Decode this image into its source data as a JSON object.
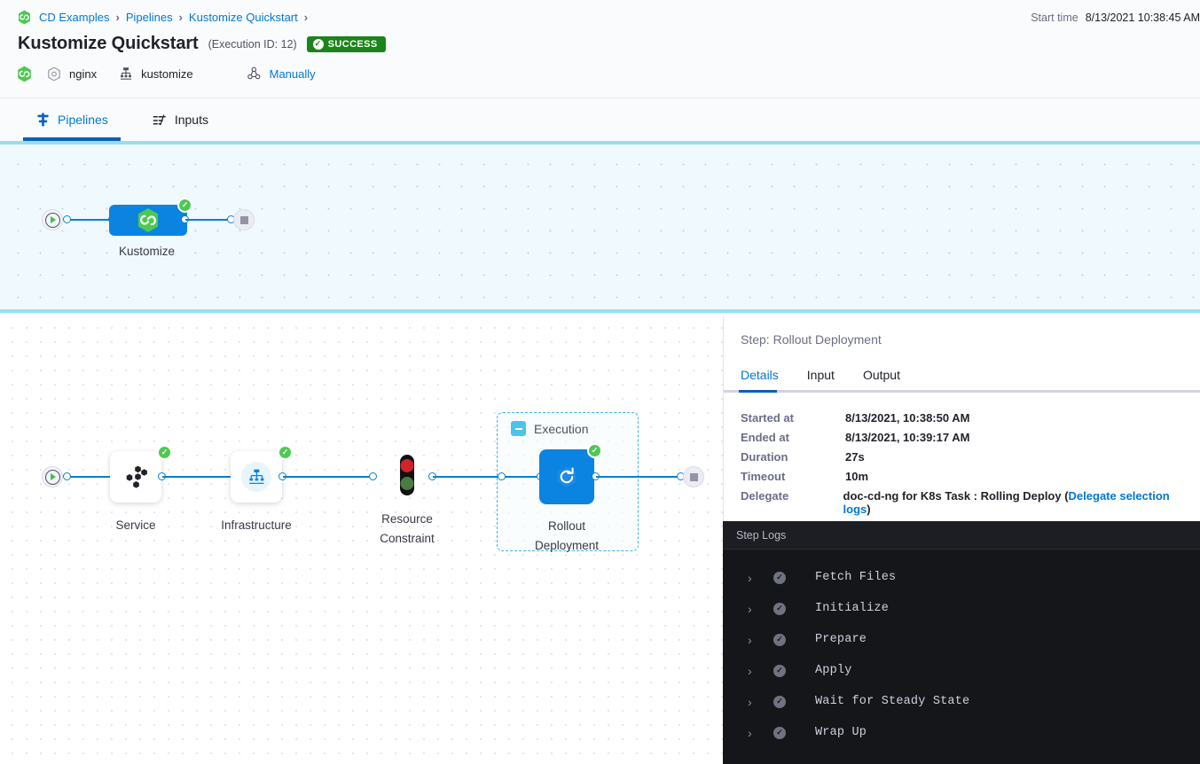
{
  "header": {
    "breadcrumb": [
      {
        "label": "CD Examples",
        "icon": "harness-hex-icon"
      },
      {
        "label": "Pipelines",
        "icon": null
      },
      {
        "label": "Kustomize Quickstart",
        "icon": null
      }
    ],
    "title": "Kustomize Quickstart",
    "execution_id": "(Execution ID: 12)",
    "status_badge": "SUCCESS",
    "status_color": "#1b841b",
    "meta": [
      {
        "icon": "harness-hex-icon",
        "label": ""
      },
      {
        "icon": "service-hex-icon",
        "label": "nginx"
      },
      {
        "icon": "infrastructure-icon",
        "label": "kustomize"
      },
      {
        "icon": "trigger-icon",
        "label": "Manually",
        "is_link": true
      }
    ],
    "start_time_label": "Start time",
    "start_time_value": "8/13/2021 10:38:45 AM"
  },
  "tabs": [
    {
      "label": "Pipelines",
      "icon": "pipeline-icon",
      "active": true
    },
    {
      "label": "Inputs",
      "icon": "inputs-icon",
      "active": false
    }
  ],
  "pipeline_graph": {
    "nodes": [
      {
        "name": "Kustomize",
        "type": "stage",
        "status": "success",
        "icon": "harness-hex-icon"
      }
    ]
  },
  "stage_selector": {
    "stage_label": "Kustomize",
    "stage_icon": "harness-hex-icon",
    "segments": [
      "Infrastructure",
      "Execution"
    ]
  },
  "stage_graph": {
    "nodes": [
      {
        "name": "Service",
        "icon": "service-gear-icon",
        "status": "success"
      },
      {
        "name": "Infrastructure",
        "icon": "infra-tree-icon",
        "status": "success"
      },
      {
        "name": "Resource\nConstraint",
        "label_line1": "Resource",
        "label_line2": "Constraint",
        "icon": "traffic-light-icon",
        "status": "none"
      },
      {
        "name": "Rollout Deployment",
        "label_line1": "Rollout",
        "label_line2": "Deployment",
        "icon": "rollout-refresh-icon",
        "status": "success",
        "selected": true
      }
    ],
    "group": {
      "title": "Execution",
      "collapse_icon": "minus-icon"
    }
  },
  "right_panel": {
    "step_title": "Step: Rollout Deployment",
    "tabs": [
      {
        "label": "Details",
        "active": true
      },
      {
        "label": "Input",
        "active": false
      },
      {
        "label": "Output",
        "active": false
      }
    ],
    "details": [
      {
        "key": "Started at",
        "value": "8/13/2021, 10:38:50 AM"
      },
      {
        "key": "Ended at",
        "value": "8/13/2021, 10:39:17 AM"
      },
      {
        "key": "Duration",
        "value": "27s"
      },
      {
        "key": "Timeout",
        "value": "10m"
      }
    ],
    "delegate": {
      "key": "Delegate",
      "value_prefix": "doc-cd-ng for K8s Task : Rolling Deploy (",
      "link": "Delegate selection logs",
      "value_suffix": ")"
    }
  },
  "logs": {
    "header": "Step Logs",
    "rows": [
      {
        "name": "Fetch Files",
        "status": "success"
      },
      {
        "name": "Initialize",
        "status": "success"
      },
      {
        "name": "Prepare",
        "status": "success"
      },
      {
        "name": "Apply",
        "status": "success"
      },
      {
        "name": "Wait for Steady State",
        "status": "success"
      },
      {
        "name": "Wrap Up",
        "status": "success"
      }
    ]
  }
}
